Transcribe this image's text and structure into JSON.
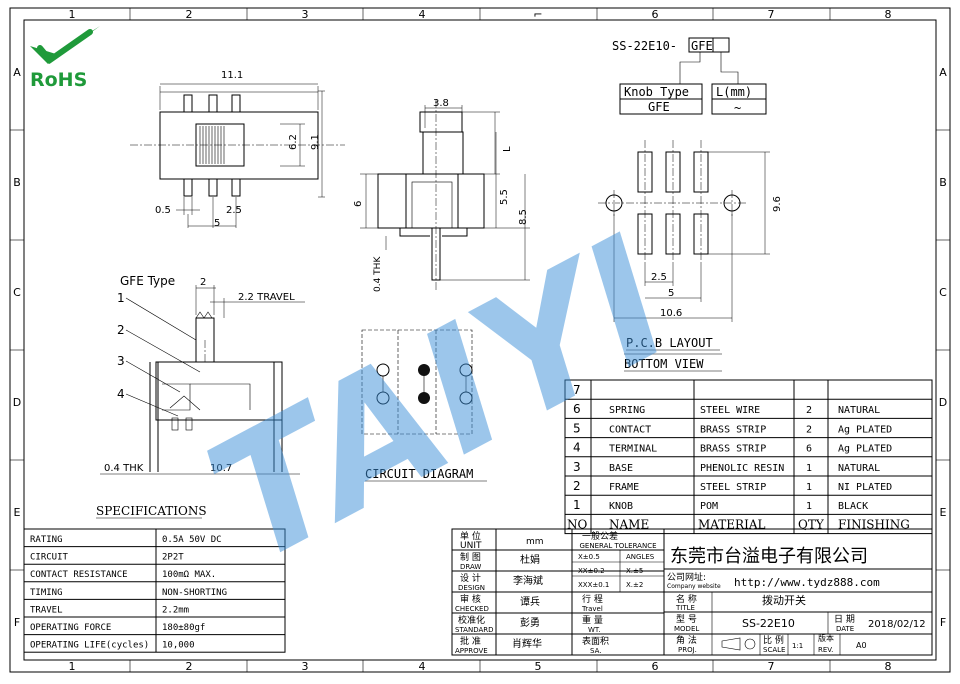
{
  "border": {
    "cols": [
      "1",
      "2",
      "3",
      "4",
      "5",
      "6",
      "7",
      "8"
    ],
    "rows": [
      "A",
      "B",
      "C",
      "D",
      "E",
      "F"
    ]
  },
  "logo": {
    "text": "RoHS",
    "color": "#1f9a3a"
  },
  "watermark": {
    "text": "TAIYI",
    "color": "#3b8fd9"
  },
  "part_code": {
    "prefix": "SS-22E10-",
    "box": "GFE",
    "knob_label": "Knob Type",
    "knob_value": "GFE",
    "len_label": "L(mm)",
    "len_value": "~"
  },
  "top_view": {
    "w": "11.1",
    "h1": "6.2",
    "h2": "9.1",
    "p1": "0.5",
    "p2": "2.5",
    "p3": "5"
  },
  "side_view": {
    "w": "3.8",
    "l": "L",
    "h1": "5.5",
    "h2": "8.5",
    "h3": "6",
    "thk": "0.4 THK"
  },
  "pcb": {
    "title": "P.C.B LAYOUT",
    "subtitle": "BOTTOM VIEW",
    "h": "9.6",
    "p1": "2.5",
    "p2": "5",
    "w": "10.6"
  },
  "section": {
    "type_label": "GFE Type",
    "w": "2",
    "travel": "2.2 TRAVEL",
    "callouts": [
      "1",
      "2",
      "3",
      "4"
    ],
    "thk": "0.4 THK",
    "w2": "10.7"
  },
  "circuit_title": "CIRCUIT DIAGRAM",
  "specs": {
    "title": "SPECIFICATIONS",
    "rows": [
      [
        "RATING",
        "0.5A 50V DC"
      ],
      [
        "CIRCUIT",
        "2P2T"
      ],
      [
        "CONTACT RESISTANCE",
        "100mΩ MAX."
      ],
      [
        "TIMING",
        "NON-SHORTING"
      ],
      [
        "TRAVEL",
        "2.2mm"
      ],
      [
        "OPERATING FORCE",
        "180±80gf"
      ],
      [
        "OPERATING LIFE(cycles)",
        "10,000"
      ]
    ]
  },
  "bom": {
    "headers": [
      "NO",
      "NAME",
      "MATERIAL",
      "QTY",
      "FINISHING"
    ],
    "rows": [
      {
        "no": "7",
        "name": "",
        "material": "",
        "qty": "",
        "finish": ""
      },
      {
        "no": "6",
        "name": "SPRING",
        "material": "STEEL WIRE",
        "qty": "2",
        "finish": "NATURAL"
      },
      {
        "no": "5",
        "name": "CONTACT",
        "material": "BRASS STRIP",
        "qty": "2",
        "finish": "Ag PLATED"
      },
      {
        "no": "4",
        "name": "TERMINAL",
        "material": "BRASS STRIP",
        "qty": "6",
        "finish": "Ag PLATED"
      },
      {
        "no": "3",
        "name": "BASE",
        "material": "PHENOLIC RESIN",
        "qty": "1",
        "finish": "NATURAL"
      },
      {
        "no": "2",
        "name": "FRAME",
        "material": "STEEL STRIP",
        "qty": "1",
        "finish": "NI PLATED"
      },
      {
        "no": "1",
        "name": "KNOB",
        "material": "POM",
        "qty": "1",
        "finish": "BLACK"
      }
    ]
  },
  "title_block": {
    "unit_label": "单 位",
    "unit_en": "UNIT",
    "unit_val": "mm",
    "draw_label": "制 图",
    "draw_en": "DRAW",
    "draw_val": "杜娟",
    "design_label": "设 计",
    "design_en": "DESIGN",
    "design_val": "李海斌",
    "checked_label": "审 核",
    "checked_en": "CHECKED",
    "checked_val": "谭兵",
    "standard_label": "校准化",
    "standard_en": "STANDARD",
    "standard_val": "彭勇",
    "approve_label": "批 准",
    "approve_en": "APPROVE",
    "approve_val": "肖辉华",
    "tol_label": "一般公差",
    "tol_en": "GENERAL TOLERANCE",
    "tol_rows": [
      [
        "X±0.5",
        "ANGLES"
      ],
      [
        "XX±0.2",
        "X.±5"
      ],
      [
        "XXX±0.1",
        "X.±2"
      ]
    ],
    "travel_label": "行 程",
    "travel_en": "Travel",
    "weight_label": "重 量",
    "weight_en": "WT.",
    "surface_label": "表面积",
    "surface_en": "SA.",
    "company": "东莞市台溢电子有限公司",
    "website_label": "公司网址:",
    "website_en": "Company website",
    "website": "http://www.tydz888.com",
    "title_label": "名 称",
    "title_en": "TITLE",
    "title_val": "拨动开关",
    "model_label": "型 号",
    "model_en": "MODEL",
    "model_val": "SS-22E10",
    "date_label": "日 期",
    "date_en": "DATE",
    "date_val": "2018/02/12",
    "proj_label": "角 法",
    "proj_en": "PROJ.",
    "scale_label": "比 例",
    "scale_en": "SCALE",
    "scale_val": "1:1",
    "rev_label": "版本",
    "rev_en": "REV.",
    "rev_val": "A0"
  }
}
